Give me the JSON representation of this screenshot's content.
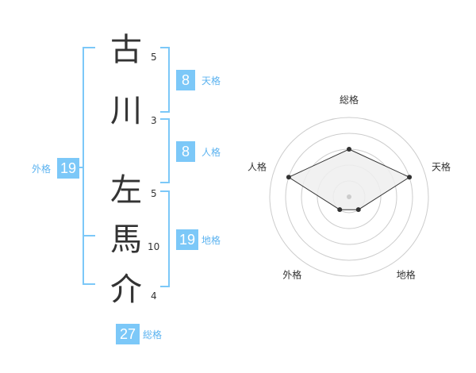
{
  "characters": [
    {
      "char": "古",
      "strokes": "5"
    },
    {
      "char": "川",
      "strokes": "3"
    },
    {
      "char": "左",
      "strokes": "5"
    },
    {
      "char": "馬",
      "strokes": "10"
    },
    {
      "char": "介",
      "strokes": "4"
    }
  ],
  "scores": {
    "tenkaku": {
      "label": "天格",
      "value": "8"
    },
    "jinkaku": {
      "label": "人格",
      "value": "8"
    },
    "chikaku": {
      "label": "地格",
      "value": "19"
    },
    "gaikaku": {
      "label": "外格",
      "value": "19"
    },
    "soukaku": {
      "label": "総格",
      "value": "27"
    }
  },
  "radar": {
    "axes": [
      "総格",
      "天格",
      "地格",
      "外格",
      "人格"
    ],
    "levels": 5,
    "values": [
      3,
      4,
      1,
      1,
      4
    ],
    "colors": {
      "fill": "#efefef",
      "stroke": "#333333",
      "grid": "#cccccc",
      "center": "#cccccc"
    }
  }
}
